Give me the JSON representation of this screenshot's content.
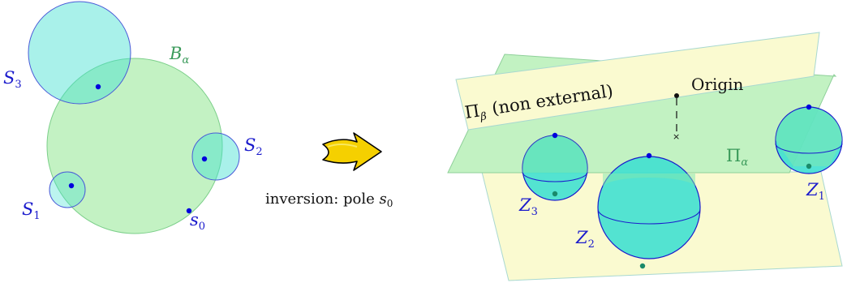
{
  "left_figure": {
    "circle_B_label": "B",
    "circle_B_sub": "α",
    "S3_label": "S",
    "S3_sub": "3",
    "S2_label": "S",
    "S2_sub": "2",
    "S1_label": "S",
    "S1_sub": "1",
    "pole_label": "s",
    "pole_sub": "0"
  },
  "transition": {
    "text": "inversion: pole ",
    "pole_symbol": "s",
    "pole_sub": "0"
  },
  "right_figure": {
    "plane_beta_label": "Π",
    "plane_beta_sub": "β",
    "plane_beta_note": "(non external)",
    "plane_alpha_label": "Π",
    "plane_alpha_sub": "α",
    "origin_label": "Origin",
    "Z1_label": "Z",
    "Z1_sub": "1",
    "Z2_label": "Z",
    "Z2_sub": "2",
    "Z3_label": "Z",
    "Z3_sub": "3"
  },
  "colors": {
    "green_fill": "#b8f0b8",
    "cyan_fill": "#40e0d0",
    "yellow_fill": "#fafad0",
    "blue_point": "#0000dd",
    "green_point": "#1a8a6a",
    "arrow_fill": "#f5d000"
  }
}
